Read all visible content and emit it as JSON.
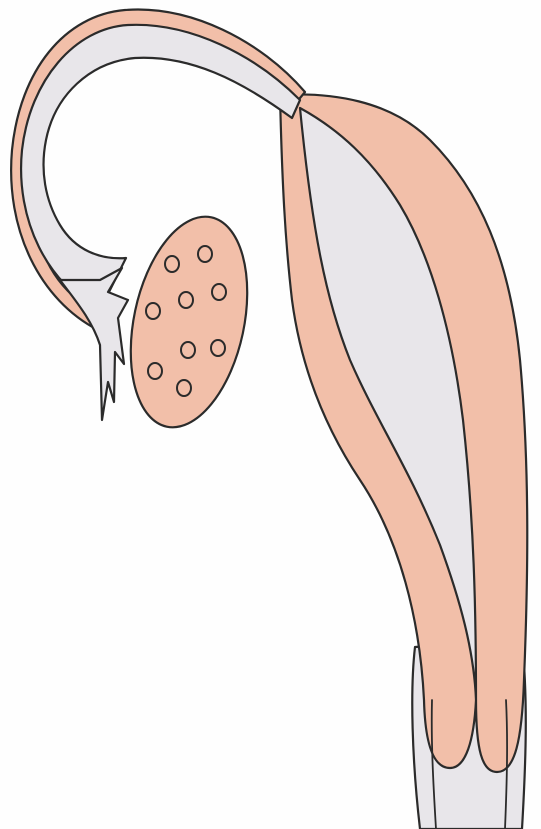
{
  "colors": {
    "tissue": "#f2bfa9",
    "lumen": "#e8e6ea",
    "background": "#fefefe",
    "outline": "#2b2b2b"
  },
  "structures": [
    "uterine-tube",
    "fimbriae",
    "ovary",
    "uterus",
    "cervix"
  ]
}
